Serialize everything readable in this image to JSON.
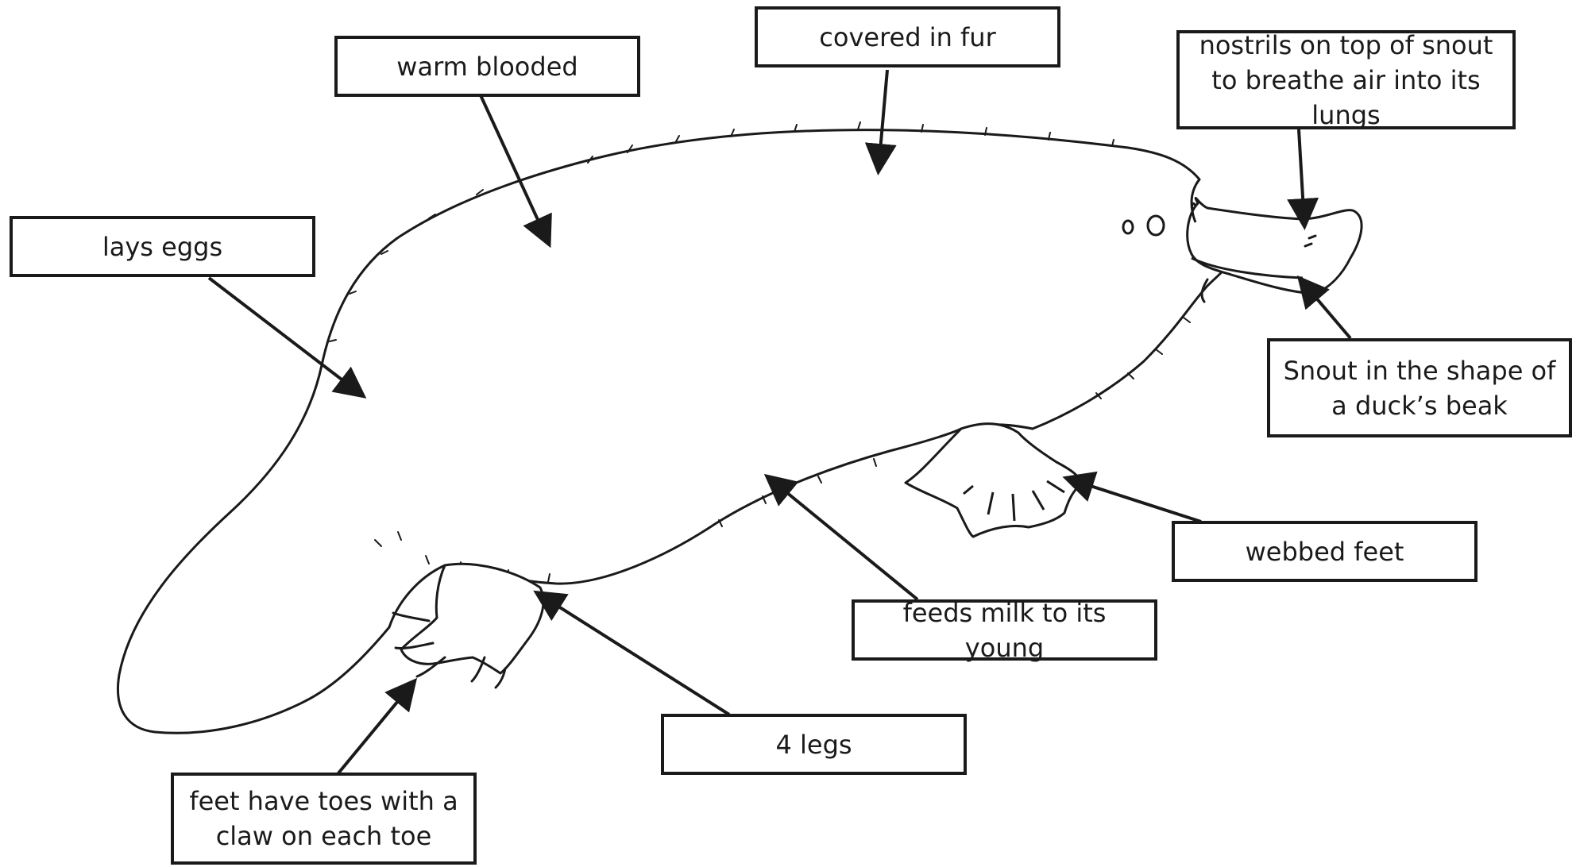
{
  "diagram": {
    "subject": "platypus",
    "colors": {
      "ink": "#1a1a1a",
      "background": "#ffffff"
    },
    "labels": [
      {
        "id": "warm-blooded",
        "text": "warm blooded"
      },
      {
        "id": "covered-in-fur",
        "text": "covered in fur"
      },
      {
        "id": "nostrils",
        "text": "nostrils on top of snout to breathe air into its lungs"
      },
      {
        "id": "lays-eggs",
        "text": "lays eggs"
      },
      {
        "id": "snout",
        "text": "Snout in the shape of a duck’s beak"
      },
      {
        "id": "webbed-feet",
        "text": "webbed feet"
      },
      {
        "id": "feeds-milk",
        "text": "feeds milk to its young"
      },
      {
        "id": "four-legs",
        "text": "4 legs"
      },
      {
        "id": "toes-claws",
        "text": "feet have toes with a claw on each toe"
      }
    ]
  }
}
